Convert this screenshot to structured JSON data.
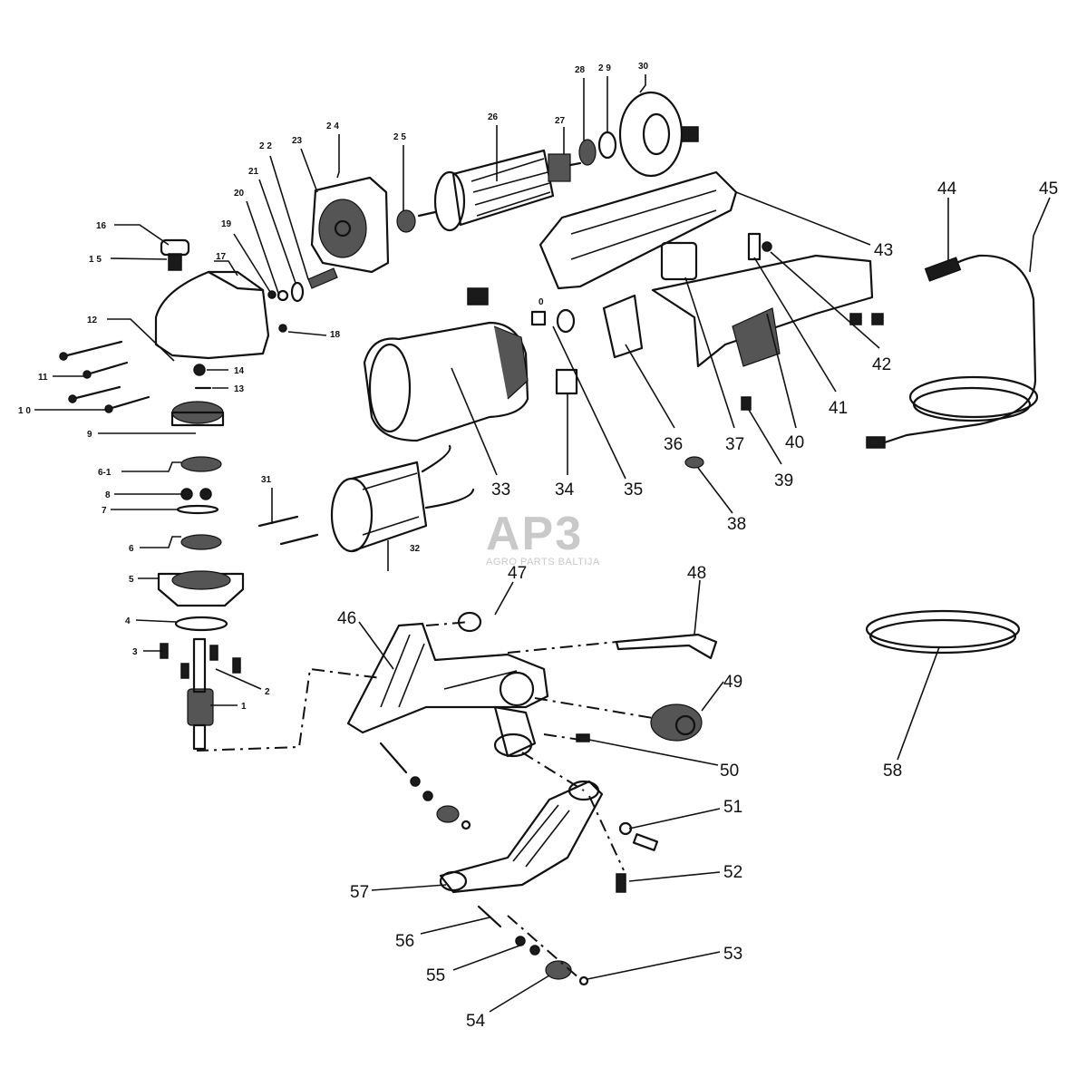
{
  "watermark": {
    "logo": "AP3",
    "subtitle": "AGRO PARTS BALTIJA"
  },
  "labels": {
    "p1": "1",
    "p2": "2",
    "p3": "3",
    "p4": "4",
    "p5": "5",
    "p6": "6",
    "p7": "7",
    "p8": "8",
    "p6_1": "6-1",
    "p9": "9",
    "p10": "1 0",
    "p11": "11",
    "p12": "12",
    "p13": "13",
    "p14": "14",
    "p15": "1 5",
    "p16": "16",
    "p17": "17",
    "p18": "18",
    "p19": "19",
    "p20": "20",
    "p21": "21",
    "p22": "2 2",
    "p23": "23",
    "p24": "2 4",
    "p25": "2 5",
    "p26": "26",
    "p27": "27",
    "p28": "28",
    "p29": "2 9",
    "p30": "30",
    "p31": "31",
    "p32": "32",
    "p33": "33",
    "p34": "34",
    "p35": "35",
    "p36": "36",
    "p37": "37",
    "p38": "38",
    "p39": "39",
    "p40": "40",
    "p41": "41",
    "p42": "42",
    "p43": "43",
    "p44": "44",
    "p45": "45",
    "p46": "46",
    "p47": "47",
    "p48": "48",
    "p49": "49",
    "p50": "50",
    "p51": "51",
    "p52": "52",
    "p53": "53",
    "p54": "54",
    "p55": "55",
    "p56": "56",
    "p57": "57",
    "p58": "58",
    "p0": "0"
  }
}
